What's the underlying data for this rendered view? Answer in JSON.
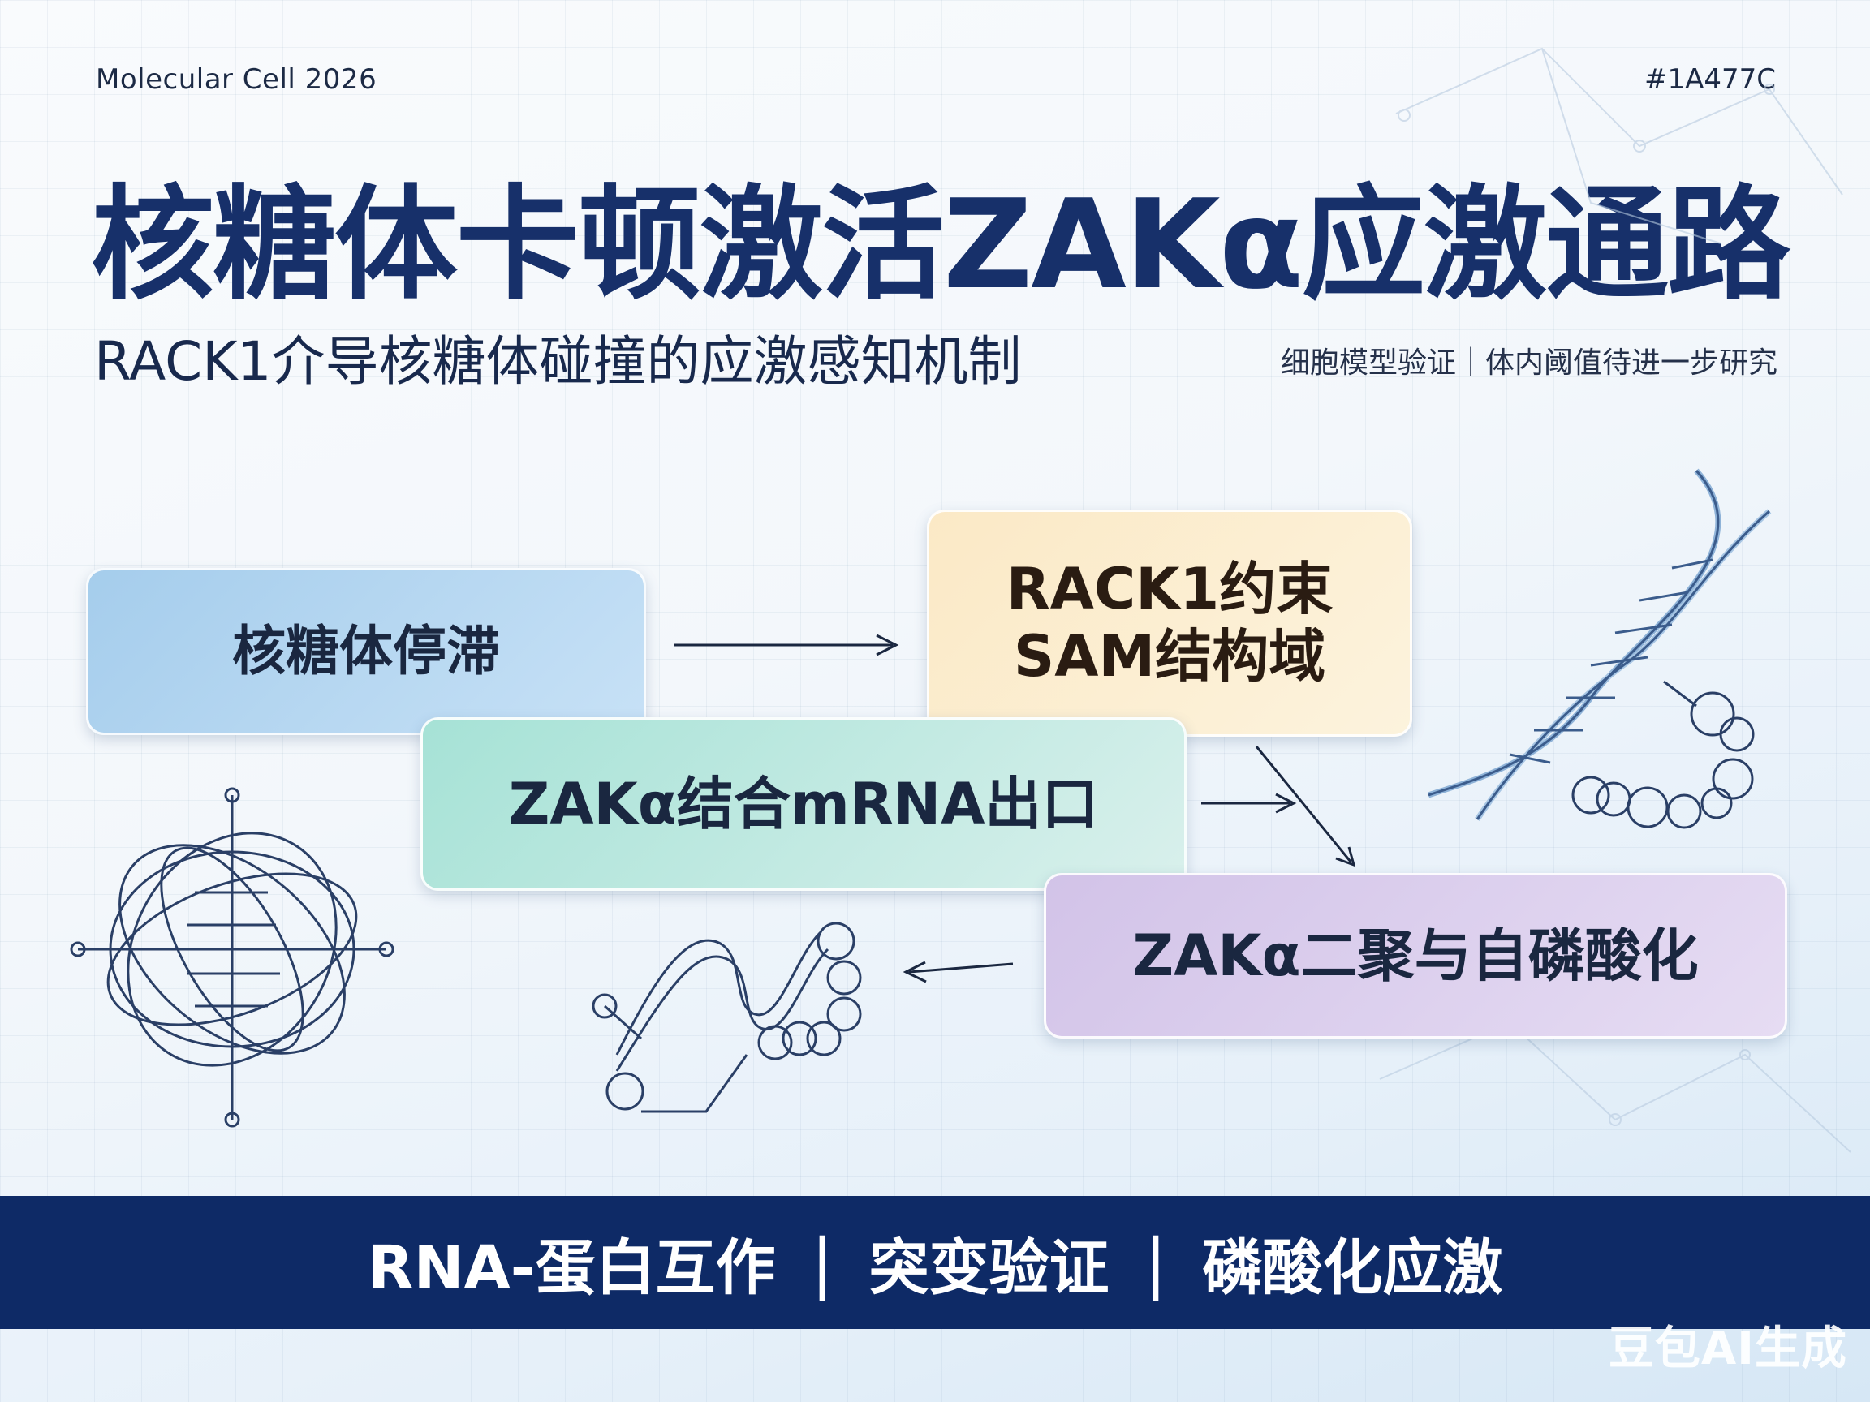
{
  "header": {
    "journal": "Molecular Cell 2026",
    "code": "#1A477C"
  },
  "title": "核糖体卡顿激活ZAKα应激通路",
  "subtitle": "RACK1介导核糖体碰撞的应激感知机制",
  "note": "细胞模型验证｜体内阈值待进一步研究",
  "flow": [
    {
      "label": "核糖体停滞"
    },
    {
      "label_line1": "RACK1约束",
      "label_line2": "SAM结构域"
    },
    {
      "label": "ZAKα结合mRNA出口"
    },
    {
      "label": "ZAKα二聚与自磷酸化"
    }
  ],
  "footer": {
    "items": [
      "RNA-蛋白互作",
      "突变验证",
      "磷酸化应激"
    ]
  },
  "watermark": "豆包AI生成",
  "colors": {
    "primary": "#1A477C",
    "band": "#0e2a66",
    "title": "#17306a"
  },
  "icons": [
    "ribosome-icon",
    "dna-helix-icon",
    "rna-strand-icon",
    "molecule-icon",
    "arrow-icon"
  ]
}
